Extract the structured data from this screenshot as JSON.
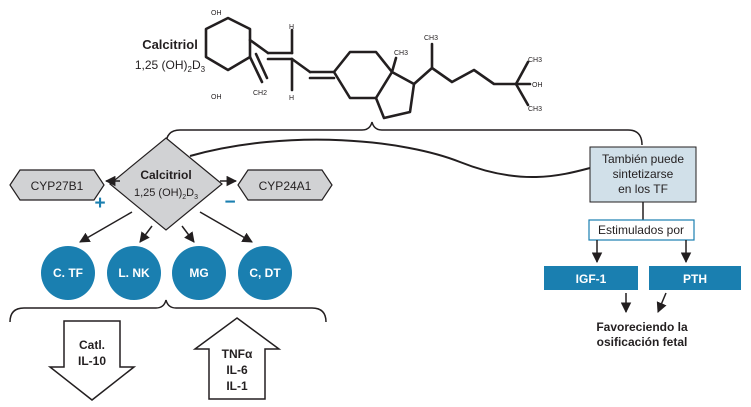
{
  "molecule": {
    "name": "Calcitriol",
    "formula_prefix": "1,25 (OH)",
    "formula_sub1": "2",
    "formula_mid": "D",
    "formula_sub2": "3",
    "atoms": {
      "oh_top": "OH",
      "oh_bottom": "OH",
      "ch2": "CH2",
      "h_top": "H",
      "h_bottom": "H",
      "ch3_ring": "CH3",
      "ch3_chain": "CH3",
      "ch3_end_top": "CH3",
      "oh_end": "OH",
      "ch3_end_bottom": "CH3"
    }
  },
  "center": {
    "name": "Calcitriol",
    "formula_prefix": "1,25 (OH)",
    "formula_sub1": "2",
    "formula_mid": "D",
    "formula_sub2": "3"
  },
  "enzymes": {
    "left": "CYP27B1",
    "right": "CYP24A1",
    "plus": "+",
    "minus": "−"
  },
  "cells": [
    "C. TF",
    "L. NK",
    "MG",
    "C, DT"
  ],
  "down_box": {
    "line1": "Catl.",
    "line2": "IL-10"
  },
  "up_box": {
    "line1": "TNFα",
    "line2": "IL-6",
    "line3": "IL-1"
  },
  "tf_box": {
    "line1": "También puede",
    "line2": "sintetizarse",
    "line3": "en los TF"
  },
  "stimulated_label": "Estimulados por",
  "factors": [
    "IGF-1",
    "PTH"
  ],
  "outcome": {
    "line1": "Favoreciendo la",
    "line2": "osificación fetal"
  },
  "colors": {
    "blue": "#1a7fb0",
    "gray_fill": "#d1d2d4",
    "tf_fill": "#d1e0e9",
    "stroke": "#231f20"
  }
}
